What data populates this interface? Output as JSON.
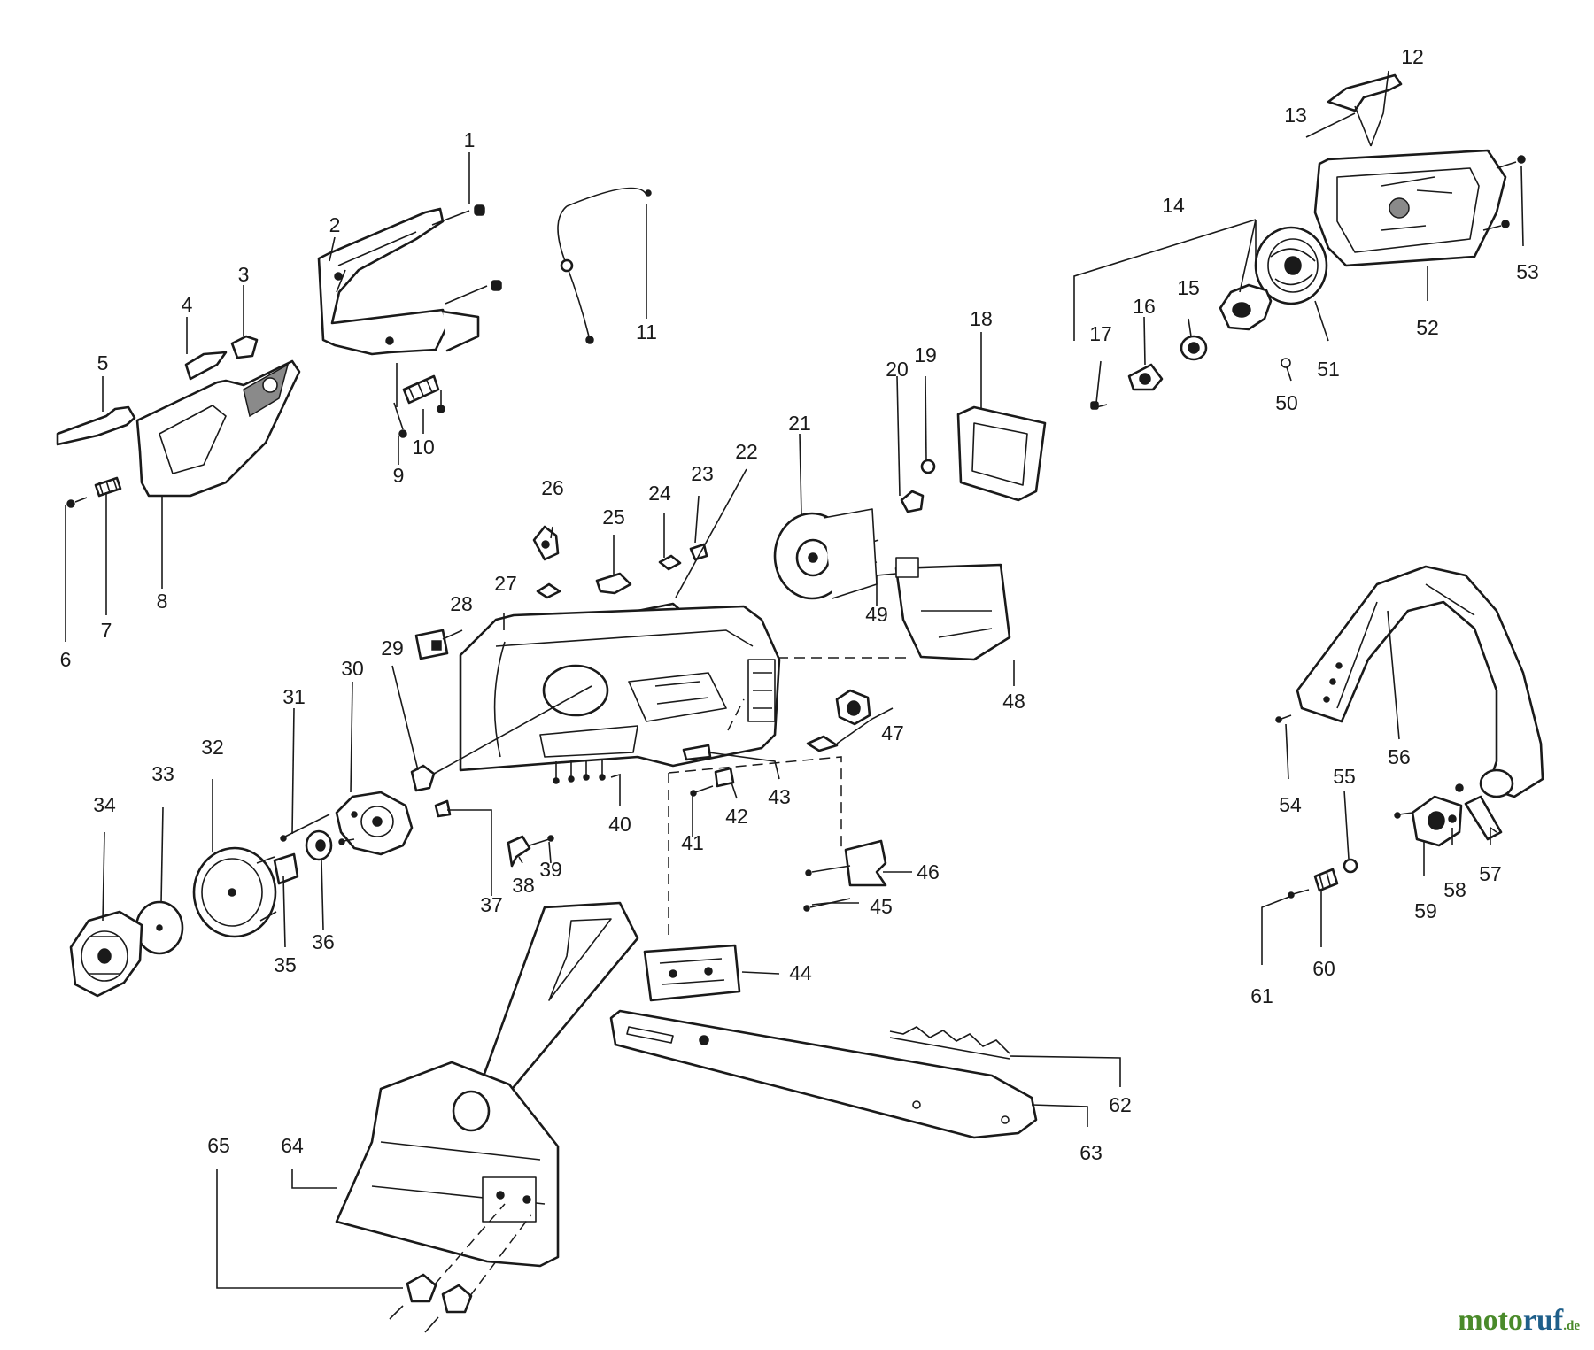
{
  "diagram": {
    "labels": [
      "1",
      "2",
      "3",
      "4",
      "5",
      "6",
      "7",
      "8",
      "9",
      "10",
      "11",
      "12",
      "13",
      "14",
      "15",
      "16",
      "17",
      "18",
      "19",
      "20",
      "21",
      "22",
      "23",
      "24",
      "25",
      "26",
      "27",
      "28",
      "29",
      "30",
      "31",
      "32",
      "33",
      "34",
      "35",
      "36",
      "37",
      "38",
      "39",
      "40",
      "41",
      "42",
      "43",
      "44",
      "45",
      "46",
      "47",
      "48",
      "49",
      "50",
      "51",
      "52",
      "53",
      "54",
      "55",
      "56",
      "57",
      "58",
      "59",
      "60",
      "61",
      "62",
      "63",
      "64",
      "65"
    ]
  },
  "watermark": {
    "part1": "moto",
    "part2": "ruf",
    "suffix": ".de"
  }
}
